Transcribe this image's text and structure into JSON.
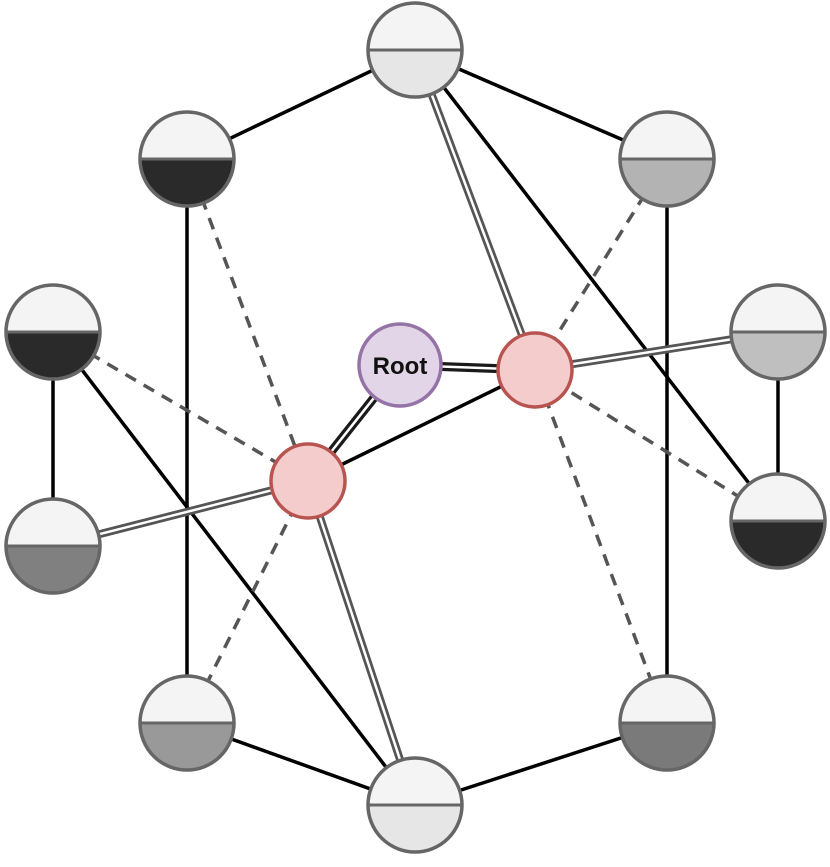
{
  "root_label": "Root",
  "colors": {
    "edge_solid": "#000000",
    "edge_dashed": "#555555",
    "edge_double": "#555555",
    "node_border": "#666666",
    "node_top_fill": "#f4f4f4",
    "hub_fill": "#f4cccc",
    "hub_border": "#b85450",
    "root_fill": "#e1d5e7",
    "root_border": "#9673a6"
  },
  "nodes": [
    {
      "id": "top",
      "lower_fill": "#e6e6e6"
    },
    {
      "id": "upper-left",
      "lower_fill": "#2a2a2a"
    },
    {
      "id": "upper-right",
      "lower_fill": "#b3b3b3"
    },
    {
      "id": "mid-left",
      "lower_fill": "#2a2a2a"
    },
    {
      "id": "mid-right",
      "lower_fill": "#bfbfbf"
    },
    {
      "id": "low-left",
      "lower_fill": "#808080"
    },
    {
      "id": "low-right",
      "lower_fill": "#2a2a2a"
    },
    {
      "id": "bottom-left",
      "lower_fill": "#999999"
    },
    {
      "id": "bottom-right",
      "lower_fill": "#7a7a7a"
    },
    {
      "id": "bottom",
      "lower_fill": "#e6e6e6"
    }
  ],
  "hubs": [
    {
      "id": "hub-left"
    },
    {
      "id": "hub-right"
    }
  ],
  "edges": [
    {
      "from": "top",
      "to": "upper-left",
      "style": "solid"
    },
    {
      "from": "top",
      "to": "upper-right",
      "style": "solid"
    },
    {
      "from": "top",
      "to": "low-right",
      "style": "solid"
    },
    {
      "from": "top",
      "to": "hub-right",
      "style": "double"
    },
    {
      "from": "upper-left",
      "to": "bottom-left",
      "style": "solid"
    },
    {
      "from": "upper-left",
      "to": "hub-left",
      "style": "dashed"
    },
    {
      "from": "upper-right",
      "to": "bottom-right",
      "style": "solid"
    },
    {
      "from": "upper-right",
      "to": "hub-right",
      "style": "dashed"
    },
    {
      "from": "mid-left",
      "to": "low-left",
      "style": "solid"
    },
    {
      "from": "mid-left",
      "to": "bottom",
      "style": "solid"
    },
    {
      "from": "mid-left",
      "to": "hub-left",
      "style": "dashed"
    },
    {
      "from": "mid-right",
      "to": "low-right",
      "style": "solid"
    },
    {
      "from": "mid-right",
      "to": "hub-right",
      "style": "double"
    },
    {
      "from": "low-left",
      "to": "hub-left",
      "style": "double"
    },
    {
      "from": "low-right",
      "to": "hub-right",
      "style": "dashed"
    },
    {
      "from": "bottom-left",
      "to": "bottom",
      "style": "solid"
    },
    {
      "from": "bottom-left",
      "to": "hub-left",
      "style": "dashed"
    },
    {
      "from": "bottom-right",
      "to": "bottom",
      "style": "solid"
    },
    {
      "from": "bottom-right",
      "to": "hub-right",
      "style": "dashed"
    },
    {
      "from": "bottom",
      "to": "hub-left",
      "style": "double"
    },
    {
      "from": "hub-left",
      "to": "hub-right",
      "style": "solid"
    },
    {
      "from": "hub-left",
      "to": "root",
      "style": "double-dark"
    },
    {
      "from": "hub-right",
      "to": "root",
      "style": "double-dark"
    }
  ]
}
